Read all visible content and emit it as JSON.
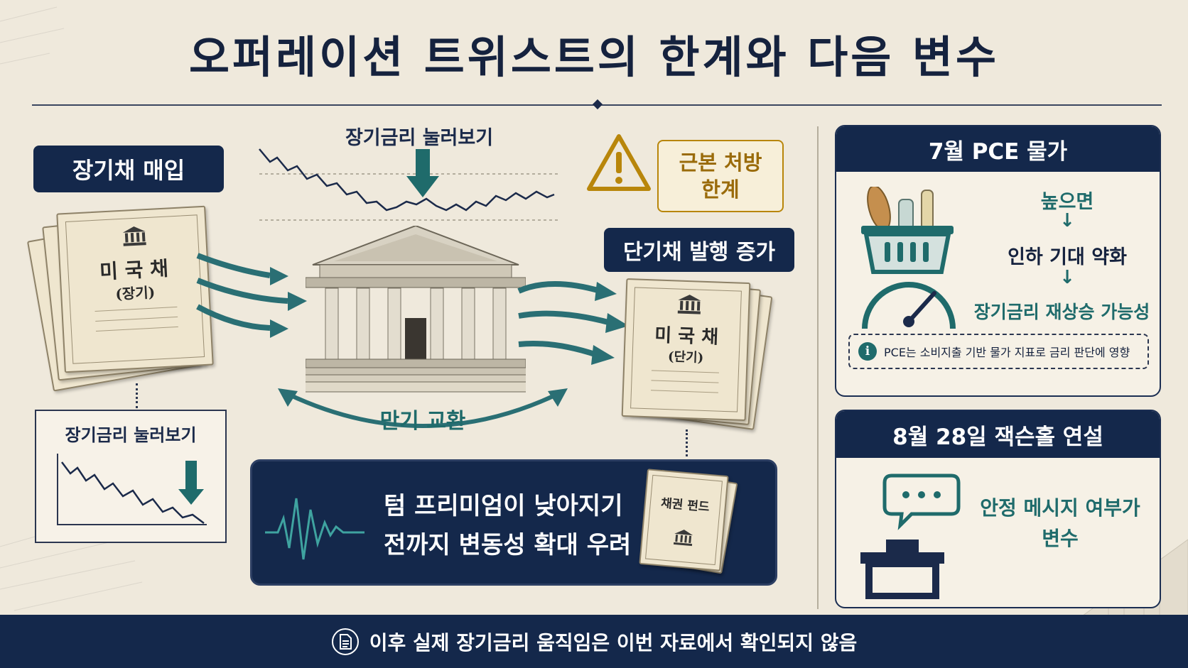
{
  "title": "오퍼레이션 트위스트의 한계와 다음 변수",
  "left": {
    "buy_label": "장기채 매입",
    "doc_title": "미 국 채",
    "doc_subtitle": "(장기)",
    "pressure_label": "장기금리 눌러보기"
  },
  "center": {
    "chart_label": "장기금리 눌러보기",
    "swap_label": "만기 교환",
    "warning_label": "근본 처방\n한계",
    "issue_label": "단기채 발행 증가",
    "doc_title": "미 국 채",
    "doc_subtitle": "(단기)",
    "concern_line1": "텀 프리미엄이 낮아지기",
    "concern_line2": "전까지 변동성 확대 우려",
    "fund_label": "채권 펀드"
  },
  "pce": {
    "head": "7월 PCE 물가",
    "step1": "높으면",
    "step2": "인하 기대 약화",
    "step3": "장기금리 재상승 가능성",
    "note": "PCE는 소비지출 기반 물가 지표로 금리 판단에 영향"
  },
  "jackson": {
    "head": "8월 28일 잭슨홀 연설",
    "text_line1": "안정 메시지 여부가",
    "text_line2": "변수"
  },
  "footer": "이후 실제 장기금리 움직임은 이번 자료에서 확인되지 않음",
  "colors": {
    "navy": "#14284b",
    "teal": "#1f6b6b",
    "gold": "#b8860b",
    "paper": "#efe9dc"
  }
}
